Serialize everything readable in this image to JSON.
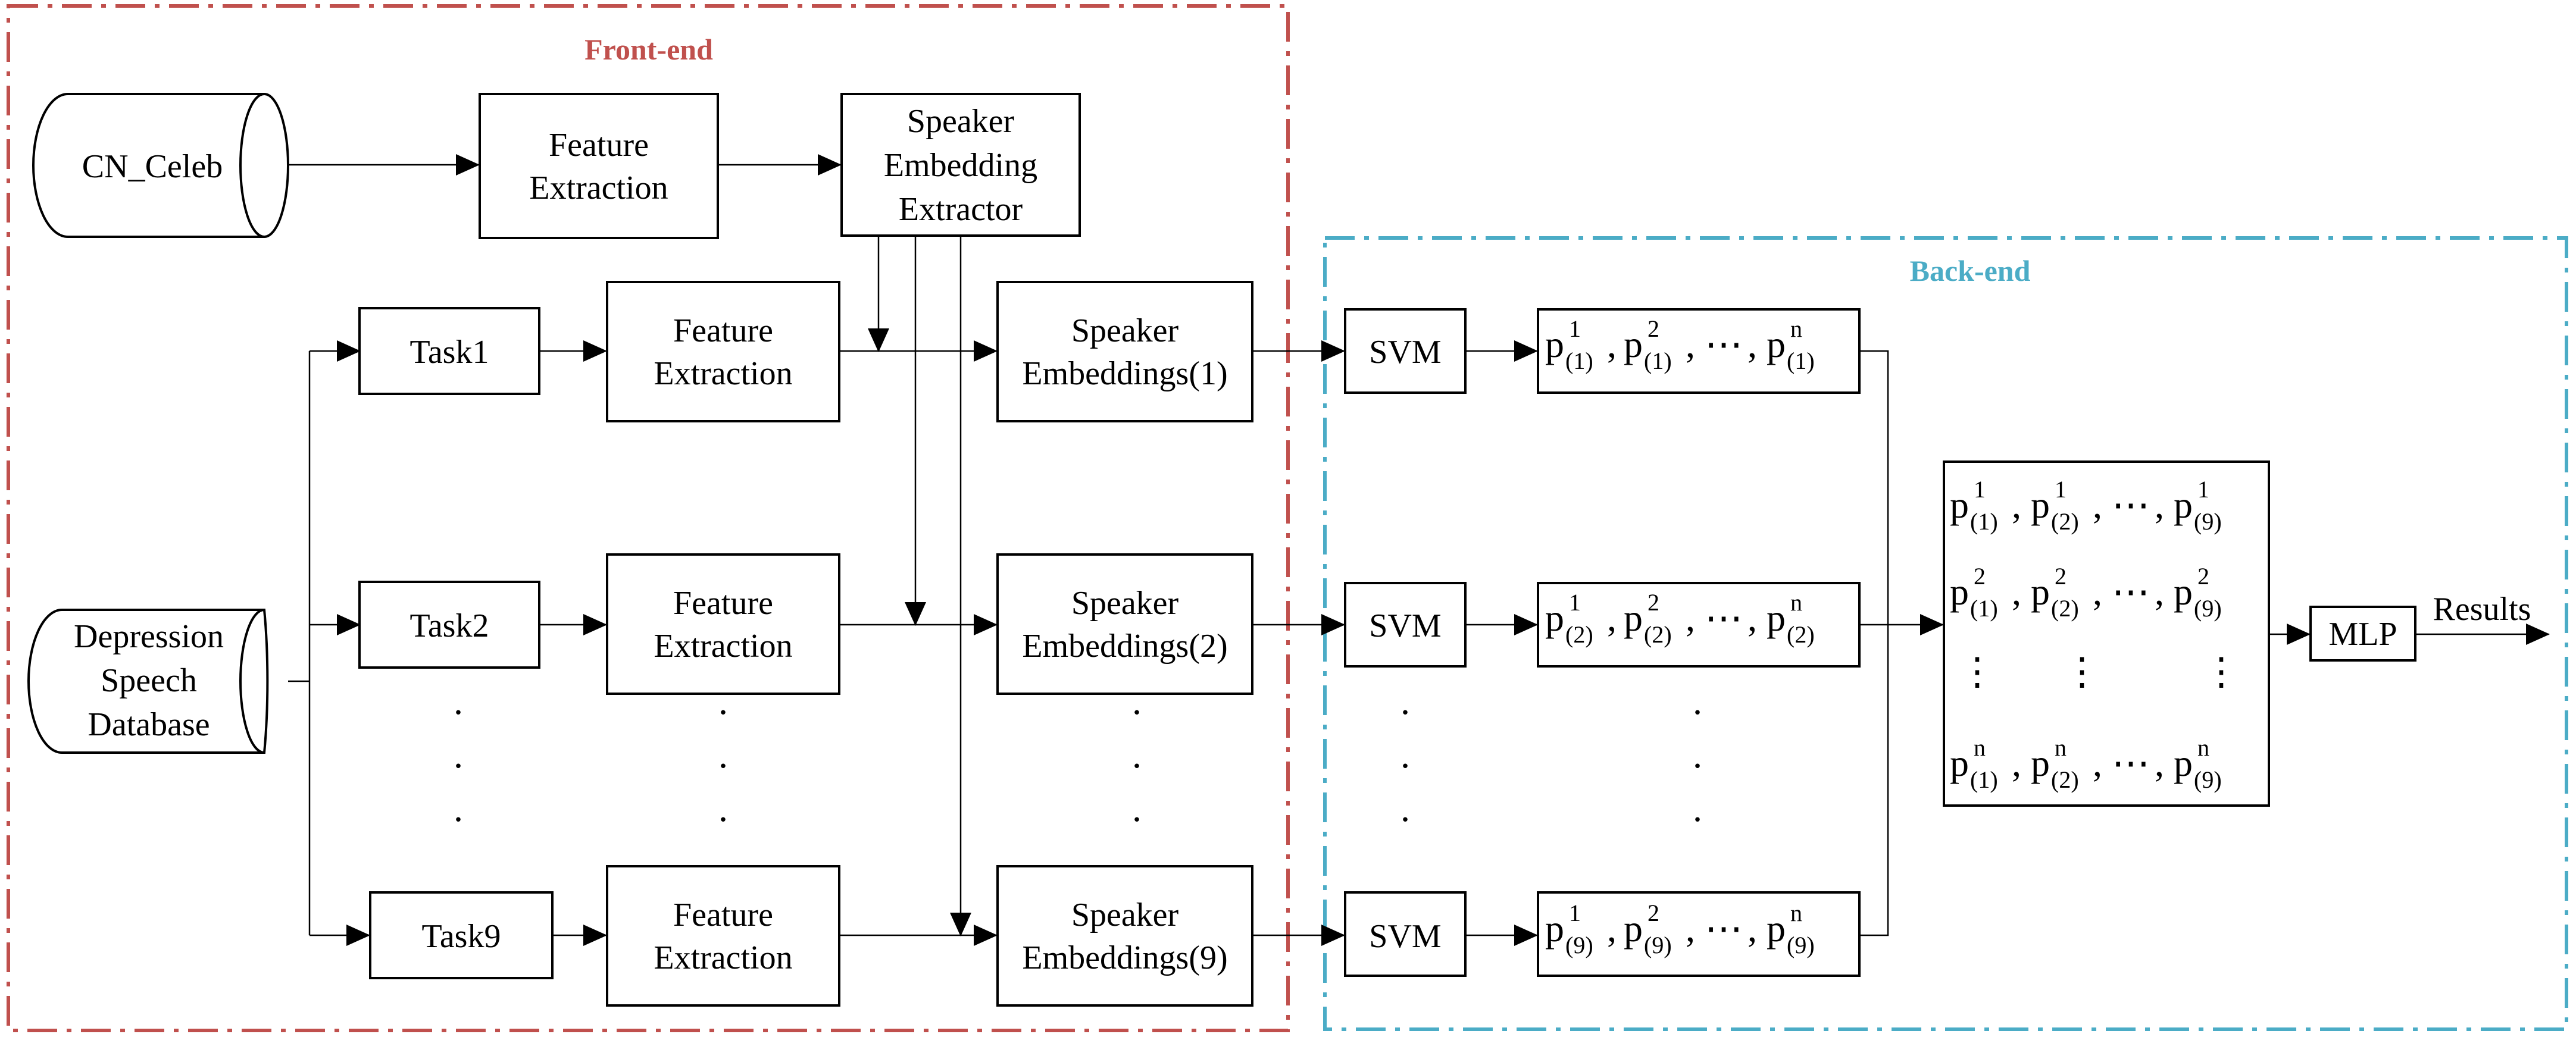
{
  "colors": {
    "frontend_border": "#c0504d",
    "backend_border": "#4bacc6"
  },
  "frontend": {
    "title": "Front-end",
    "cn_celeb": "CN_Celeb",
    "database": [
      "Depression",
      "Speech",
      "Database"
    ],
    "feature_extraction": [
      "Feature",
      "Extraction"
    ],
    "extractor": [
      "Speaker",
      "Embedding",
      "Extractor"
    ],
    "tasks": [
      "Task1",
      "Task2",
      "Task9"
    ],
    "embeddings_title": "Speaker",
    "embeddings": [
      "Embeddings(1)",
      "Embeddings(2)",
      "Embeddings(9)"
    ],
    "ellipsis": "."
  },
  "backend": {
    "title": "Back-end",
    "svm": "SVM",
    "prob_rows": [
      {
        "sups": [
          "1",
          "2",
          "n"
        ],
        "sub": "(1)"
      },
      {
        "sups": [
          "1",
          "2",
          "n"
        ],
        "sub": "(2)"
      },
      {
        "sups": [
          "1",
          "2",
          "n"
        ],
        "sub": "(9)"
      }
    ],
    "matrix_rows": [
      {
        "sup": "1",
        "subs": [
          "(1)",
          "(2)",
          "(9)"
        ]
      },
      {
        "sup": "2",
        "subs": [
          "(1)",
          "(2)",
          "(9)"
        ]
      },
      {
        "sup": "n",
        "subs": [
          "(1)",
          "(2)",
          "(9)"
        ]
      }
    ],
    "base": "p",
    "comma": ",",
    "cdots": "⋯",
    "vdots": "⋮",
    "mlp": "MLP",
    "results": "Results"
  }
}
